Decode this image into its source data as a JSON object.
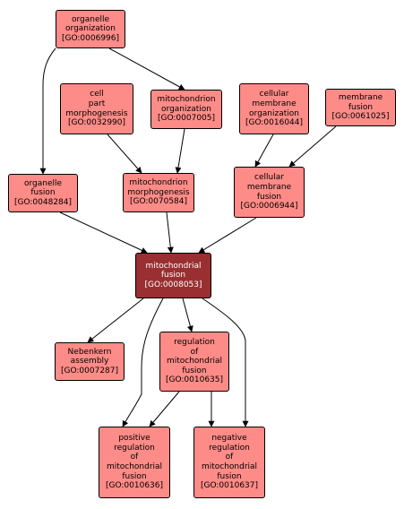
{
  "nodes": {
    "organelle_organization": {
      "lines": [
        "organelle",
        "organization",
        "[GO:0006996]"
      ]
    },
    "cell_part_morphogenesis": {
      "lines": [
        "cell",
        "part",
        "morphogenesis",
        "[GO:0032990]"
      ]
    },
    "mitochondrion_organization": {
      "lines": [
        "mitochondrion",
        "organization",
        "[GO:0007005]"
      ]
    },
    "cellular_membrane_organization": {
      "lines": [
        "cellular",
        "membrane",
        "organization",
        "[GO:0016044]"
      ]
    },
    "membrane_fusion": {
      "lines": [
        "membrane",
        "fusion",
        "[GO:0061025]"
      ]
    },
    "organelle_fusion": {
      "lines": [
        "organelle",
        "fusion",
        "[GO:0048284]"
      ]
    },
    "mitochondrion_morphogenesis": {
      "lines": [
        "mitochondrion",
        "morphogenesis",
        "[GO:0070584]"
      ]
    },
    "cellular_membrane_fusion": {
      "lines": [
        "cellular",
        "membrane",
        "fusion",
        "[GO:0006944]"
      ]
    },
    "mitochondrial_fusion": {
      "lines": [
        "mitochondrial",
        "fusion",
        "[GO:0008053]"
      ]
    },
    "nebenkern_assembly": {
      "lines": [
        "Nebenkern",
        "assembly",
        "[GO:0007287]"
      ]
    },
    "regulation_of_mitochondrial_fusion": {
      "lines": [
        "regulation",
        "of",
        "mitochondrial",
        "fusion",
        "[GO:0010635]"
      ]
    },
    "positive_regulation_of_mitochondrial_fusion": {
      "lines": [
        "positive",
        "regulation",
        "of",
        "mitochondrial",
        "fusion",
        "[GO:0010636]"
      ]
    },
    "negative_regulation_of_mitochondrial_fusion": {
      "lines": [
        "negative",
        "regulation",
        "of",
        "mitochondrial",
        "fusion",
        "[GO:0010637]"
      ]
    }
  },
  "colors": {
    "node_fill": "#fd8b87",
    "focus_fill": "#9a2f31",
    "focus_text": "#ffffff",
    "edge": "#000000"
  }
}
